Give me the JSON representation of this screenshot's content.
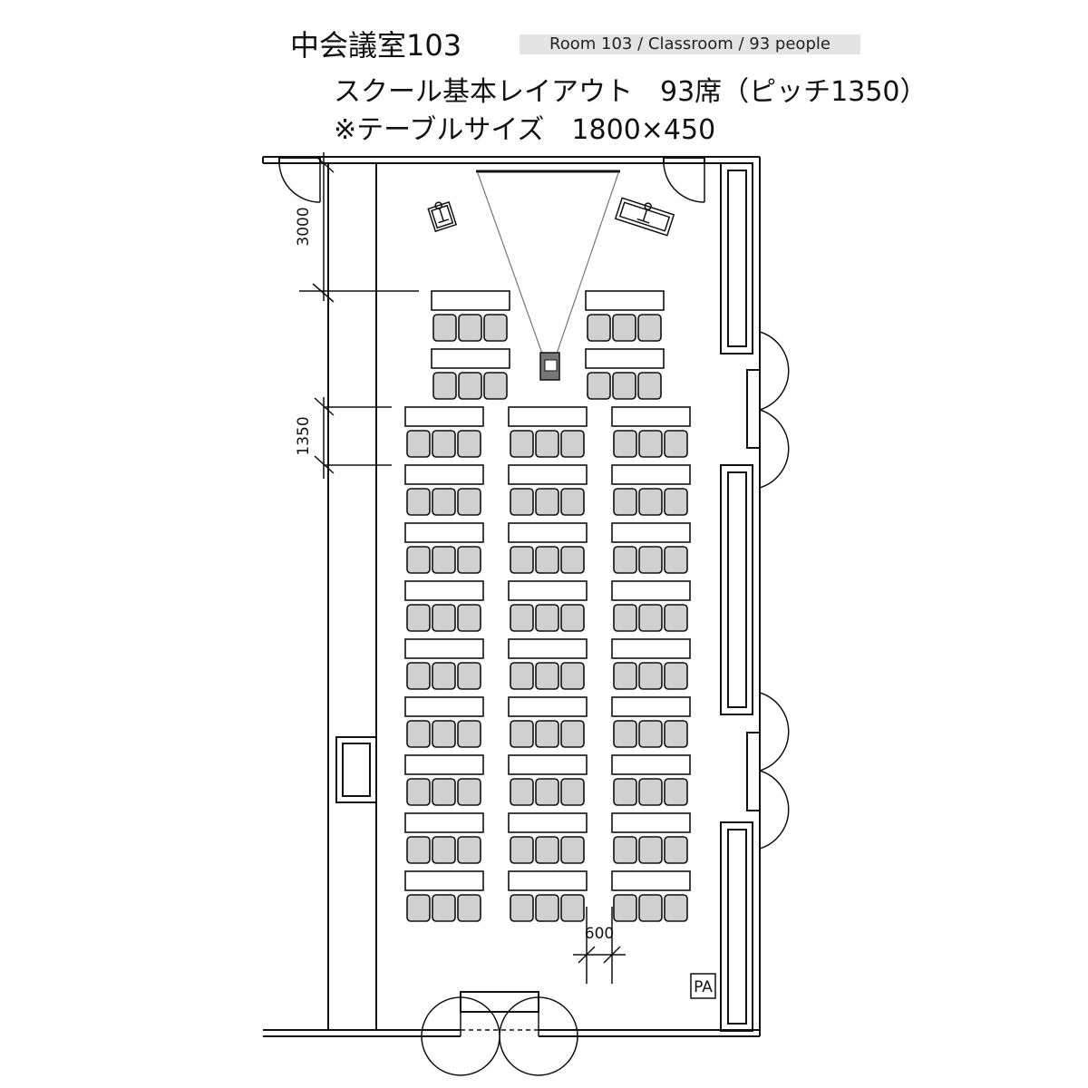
{
  "header": {
    "room_title": "中会議室103",
    "badge": "Room 103 / Classroom / 93 people",
    "layout_line": "スクール基本レイアウト　93席（ピッチ1350）",
    "table_size_line": "※テーブルサイズ　1800×450"
  },
  "dimensions": {
    "front_gap": "3000",
    "row_pitch": "1350",
    "aisle_width": "600"
  },
  "labels": {
    "pa": "PA"
  },
  "seating": {
    "front_rows": 2,
    "front_cols": 2,
    "main_rows": 9,
    "main_cols": 3,
    "chairs_per_table": 3,
    "total_seats": 93
  },
  "colors": {
    "chair_fill": "#d0d0d0",
    "badge_bg": "#e4e4e4",
    "line": "#111111"
  }
}
